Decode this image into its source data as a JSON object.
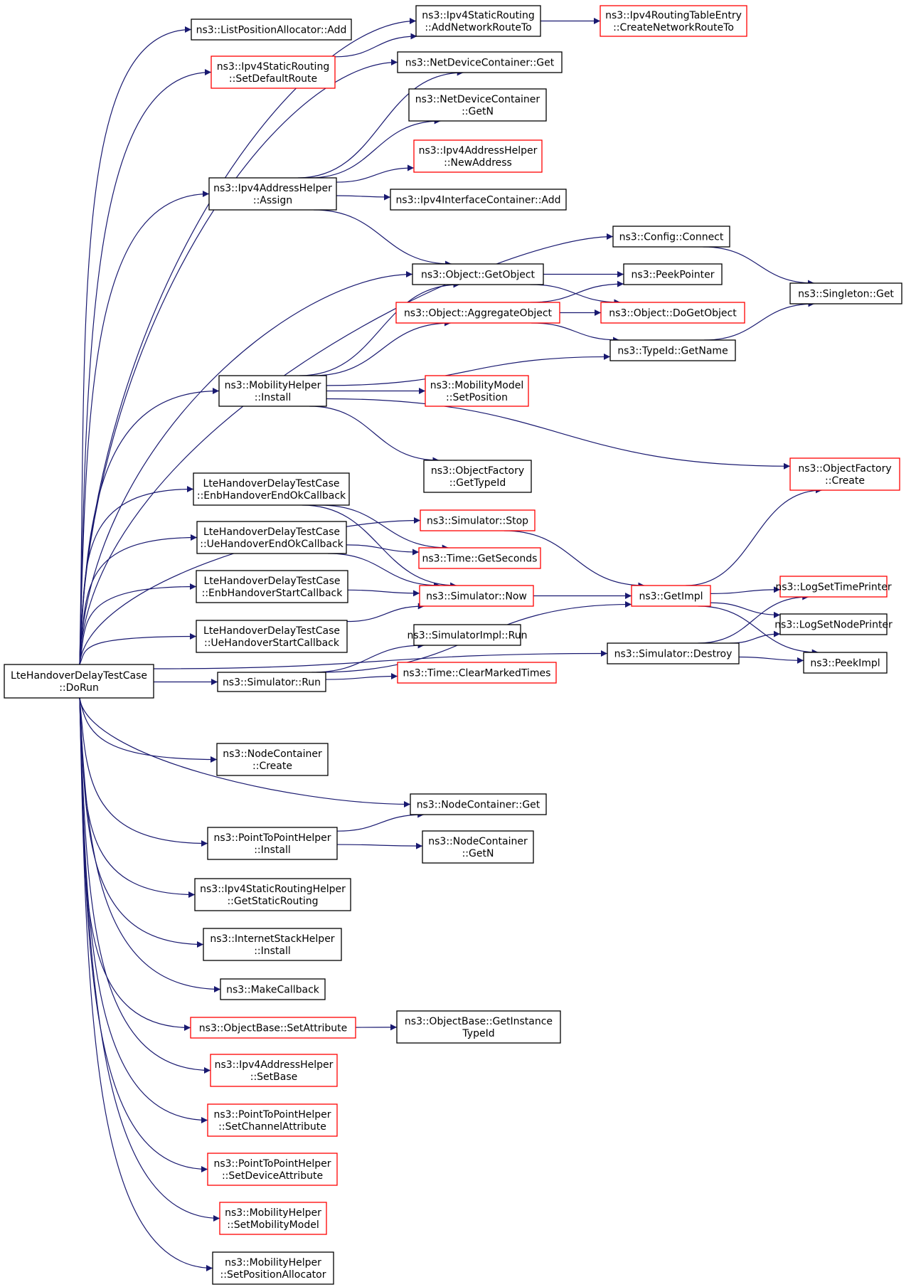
{
  "diagram": {
    "type": "call-graph",
    "colors": {
      "normal_border": "#000000",
      "truncated_border": "#ff0000",
      "root_fill": "#bfbfbf",
      "edge": "#191970"
    },
    "nodes": [
      {
        "id": "root",
        "lines": [
          "LteHandoverDelayTestCase",
          "::DoRun"
        ],
        "style": "root"
      },
      {
        "id": "lpa_add",
        "lines": [
          "ns3::ListPositionAllocator::Add"
        ],
        "style": "normal"
      },
      {
        "id": "sr_setdefault",
        "lines": [
          "ns3::Ipv4StaticRouting",
          "::SetDefaultRoute"
        ],
        "style": "truncated"
      },
      {
        "id": "sr_addnet",
        "lines": [
          "ns3::Ipv4StaticRouting",
          "::AddNetworkRouteTo"
        ],
        "style": "normal"
      },
      {
        "id": "rte_create",
        "lines": [
          "ns3::Ipv4RoutingTableEntry",
          "::CreateNetworkRouteTo"
        ],
        "style": "truncated"
      },
      {
        "id": "ndc_get",
        "lines": [
          "ns3::NetDeviceContainer::Get"
        ],
        "style": "normal"
      },
      {
        "id": "ndc_getn",
        "lines": [
          "ns3::NetDeviceContainer",
          "::GetN"
        ],
        "style": "normal"
      },
      {
        "id": "aha_newaddr",
        "lines": [
          "ns3::Ipv4AddressHelper",
          "::NewAddress"
        ],
        "style": "truncated"
      },
      {
        "id": "aha_assign",
        "lines": [
          "ns3::Ipv4AddressHelper",
          "::Assign"
        ],
        "style": "normal"
      },
      {
        "id": "ic_add",
        "lines": [
          "ns3::Ipv4InterfaceContainer::Add"
        ],
        "style": "normal"
      },
      {
        "id": "cfg_connect",
        "lines": [
          "ns3::Config::Connect"
        ],
        "style": "normal"
      },
      {
        "id": "obj_getobject",
        "lines": [
          "ns3::Object::GetObject"
        ],
        "style": "normal"
      },
      {
        "id": "peekpointer",
        "lines": [
          "ns3::PeekPointer"
        ],
        "style": "normal"
      },
      {
        "id": "singleton_get",
        "lines": [
          "ns3::Singleton::Get"
        ],
        "style": "normal"
      },
      {
        "id": "obj_aggregate",
        "lines": [
          "ns3::Object::AggregateObject"
        ],
        "style": "truncated"
      },
      {
        "id": "obj_dogetobject",
        "lines": [
          "ns3::Object::DoGetObject"
        ],
        "style": "truncated"
      },
      {
        "id": "typeid_getname",
        "lines": [
          "ns3::TypeId::GetName"
        ],
        "style": "normal"
      },
      {
        "id": "mh_install",
        "lines": [
          "ns3::MobilityHelper",
          "::Install"
        ],
        "style": "normal"
      },
      {
        "id": "mm_setpos",
        "lines": [
          "ns3::MobilityModel",
          "::SetPosition"
        ],
        "style": "truncated"
      },
      {
        "id": "of_gettypeid",
        "lines": [
          "ns3::ObjectFactory",
          "::GetTypeId"
        ],
        "style": "normal"
      },
      {
        "id": "of_create",
        "lines": [
          "ns3::ObjectFactory",
          "::Create"
        ],
        "style": "truncated"
      },
      {
        "id": "cb_enb_end",
        "lines": [
          "LteHandoverDelayTestCase",
          "::EnbHandoverEndOkCallback"
        ],
        "style": "normal"
      },
      {
        "id": "sim_stop",
        "lines": [
          "ns3::Simulator::Stop"
        ],
        "style": "truncated"
      },
      {
        "id": "cb_ue_end",
        "lines": [
          "LteHandoverDelayTestCase",
          "::UeHandoverEndOkCallback"
        ],
        "style": "normal"
      },
      {
        "id": "time_getseconds",
        "lines": [
          "ns3::Time::GetSeconds"
        ],
        "style": "truncated"
      },
      {
        "id": "cb_enb_start",
        "lines": [
          "LteHandoverDelayTestCase",
          "::EnbHandoverStartCallback"
        ],
        "style": "normal"
      },
      {
        "id": "sim_now",
        "lines": [
          "ns3::Simulator::Now"
        ],
        "style": "truncated"
      },
      {
        "id": "getimpl",
        "lines": [
          "ns3::GetImpl"
        ],
        "style": "truncated"
      },
      {
        "id": "logsettime",
        "lines": [
          "ns3::LogSetTimePrinter"
        ],
        "style": "truncated"
      },
      {
        "id": "cb_ue_start",
        "lines": [
          "LteHandoverDelayTestCase",
          "::UeHandoverStartCallback"
        ],
        "style": "normal"
      },
      {
        "id": "logsetnode",
        "lines": [
          "ns3::LogSetNodePrinter"
        ],
        "style": "normal"
      },
      {
        "id": "simimpl_run",
        "lines": [
          "ns3::SimulatorImpl::Run"
        ],
        "style": "normal"
      },
      {
        "id": "sim_destroy",
        "lines": [
          "ns3::Simulator::Destroy"
        ],
        "style": "normal"
      },
      {
        "id": "peekimpl",
        "lines": [
          "ns3::PeekImpl"
        ],
        "style": "normal"
      },
      {
        "id": "sim_run",
        "lines": [
          "ns3::Simulator::Run"
        ],
        "style": "normal"
      },
      {
        "id": "time_clearmarked",
        "lines": [
          "ns3::Time::ClearMarkedTimes"
        ],
        "style": "truncated"
      },
      {
        "id": "nc_create",
        "lines": [
          "ns3::NodeContainer",
          "::Create"
        ],
        "style": "normal"
      },
      {
        "id": "nc_get",
        "lines": [
          "ns3::NodeContainer::Get"
        ],
        "style": "normal"
      },
      {
        "id": "p2p_install",
        "lines": [
          "ns3::PointToPointHelper",
          "::Install"
        ],
        "style": "normal"
      },
      {
        "id": "nc_getn",
        "lines": [
          "ns3::NodeContainer",
          "::GetN"
        ],
        "style": "normal"
      },
      {
        "id": "srh_getstatic",
        "lines": [
          "ns3::Ipv4StaticRoutingHelper",
          "::GetStaticRouting"
        ],
        "style": "normal"
      },
      {
        "id": "ish_install",
        "lines": [
          "ns3::InternetStackHelper",
          "::Install"
        ],
        "style": "normal"
      },
      {
        "id": "makecallback",
        "lines": [
          "ns3::MakeCallback"
        ],
        "style": "normal"
      },
      {
        "id": "ob_setattr",
        "lines": [
          "ns3::ObjectBase::SetAttribute"
        ],
        "style": "truncated"
      },
      {
        "id": "ob_getinstance",
        "lines": [
          "ns3::ObjectBase::GetInstance",
          "TypeId"
        ],
        "style": "normal"
      },
      {
        "id": "aha_setbase",
        "lines": [
          "ns3::Ipv4AddressHelper",
          "::SetBase"
        ],
        "style": "truncated"
      },
      {
        "id": "p2p_setchannel",
        "lines": [
          "ns3::PointToPointHelper",
          "::SetChannelAttribute"
        ],
        "style": "truncated"
      },
      {
        "id": "p2p_setdevice",
        "lines": [
          "ns3::PointToPointHelper",
          "::SetDeviceAttribute"
        ],
        "style": "truncated"
      },
      {
        "id": "mh_setmobility",
        "lines": [
          "ns3::MobilityHelper",
          "::SetMobilityModel"
        ],
        "style": "truncated"
      },
      {
        "id": "mh_setposalloc",
        "lines": [
          "ns3::MobilityHelper",
          "::SetPositionAllocator"
        ],
        "style": "normal"
      }
    ],
    "edges": [
      [
        "root",
        "lpa_add"
      ],
      [
        "root",
        "sr_setdefault"
      ],
      [
        "root",
        "sr_addnet"
      ],
      [
        "root",
        "aha_assign"
      ],
      [
        "root",
        "ndc_get"
      ],
      [
        "root",
        "cfg_connect"
      ],
      [
        "root",
        "obj_getobject"
      ],
      [
        "root",
        "mh_install"
      ],
      [
        "root",
        "cb_enb_end"
      ],
      [
        "root",
        "sim_stop"
      ],
      [
        "root",
        "cb_ue_end"
      ],
      [
        "root",
        "cb_enb_start"
      ],
      [
        "root",
        "cb_ue_start"
      ],
      [
        "root",
        "sim_run"
      ],
      [
        "root",
        "sim_destroy"
      ],
      [
        "root",
        "nc_create"
      ],
      [
        "root",
        "nc_get"
      ],
      [
        "root",
        "p2p_install"
      ],
      [
        "root",
        "srh_getstatic"
      ],
      [
        "root",
        "ish_install"
      ],
      [
        "root",
        "makecallback"
      ],
      [
        "root",
        "ob_setattr"
      ],
      [
        "root",
        "aha_setbase"
      ],
      [
        "root",
        "p2p_setchannel"
      ],
      [
        "root",
        "p2p_setdevice"
      ],
      [
        "root",
        "mh_setmobility"
      ],
      [
        "root",
        "mh_setposalloc"
      ],
      [
        "sr_setdefault",
        "sr_addnet"
      ],
      [
        "sr_addnet",
        "rte_create"
      ],
      [
        "aha_assign",
        "ndc_get"
      ],
      [
        "aha_assign",
        "ndc_getn"
      ],
      [
        "aha_assign",
        "aha_newaddr"
      ],
      [
        "aha_assign",
        "ic_add"
      ],
      [
        "aha_assign",
        "obj_getobject"
      ],
      [
        "cfg_connect",
        "singleton_get"
      ],
      [
        "obj_getobject",
        "peekpointer"
      ],
      [
        "obj_getobject",
        "obj_dogetobject"
      ],
      [
        "obj_aggregate",
        "peekpointer"
      ],
      [
        "obj_aggregate",
        "obj_dogetobject"
      ],
      [
        "obj_aggregate",
        "typeid_getname"
      ],
      [
        "typeid_getname",
        "singleton_get"
      ],
      [
        "mh_install",
        "obj_getobject"
      ],
      [
        "mh_install",
        "obj_aggregate"
      ],
      [
        "mh_install",
        "typeid_getname"
      ],
      [
        "mh_install",
        "mm_setpos"
      ],
      [
        "mh_install",
        "of_gettypeid"
      ],
      [
        "mh_install",
        "of_create"
      ],
      [
        "cb_enb_end",
        "time_getseconds"
      ],
      [
        "cb_enb_end",
        "sim_now"
      ],
      [
        "cb_ue_end",
        "time_getseconds"
      ],
      [
        "cb_ue_end",
        "sim_now"
      ],
      [
        "cb_enb_start",
        "sim_now"
      ],
      [
        "cb_ue_start",
        "sim_now"
      ],
      [
        "sim_stop",
        "getimpl"
      ],
      [
        "sim_now",
        "getimpl"
      ],
      [
        "getimpl",
        "of_create"
      ],
      [
        "getimpl",
        "logsettime"
      ],
      [
        "getimpl",
        "logsetnode"
      ],
      [
        "getimpl",
        "peekimpl"
      ],
      [
        "sim_destroy",
        "logsettime"
      ],
      [
        "sim_destroy",
        "logsetnode"
      ],
      [
        "sim_destroy",
        "peekimpl"
      ],
      [
        "sim_run",
        "simimpl_run"
      ],
      [
        "sim_run",
        "time_clearmarked"
      ],
      [
        "sim_run",
        "getimpl"
      ],
      [
        "p2p_install",
        "nc_get"
      ],
      [
        "p2p_install",
        "nc_getn"
      ],
      [
        "ob_setattr",
        "ob_getinstance"
      ]
    ]
  }
}
